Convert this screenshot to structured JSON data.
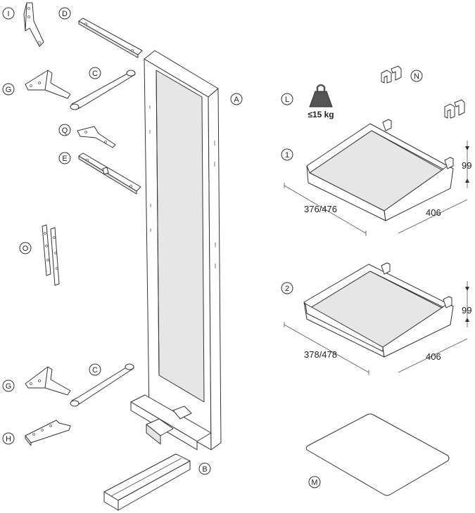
{
  "labels": {
    "I": "I",
    "D": "D",
    "G1": "G",
    "C1": "C",
    "Q": "Q",
    "E": "E",
    "O": "O",
    "G2": "G",
    "C2": "C",
    "H": "H",
    "A": "A",
    "B": "B",
    "L": "L",
    "N": "N",
    "one": "1",
    "two": "2",
    "M": "M"
  },
  "weight": {
    "limit": "≤15 kg",
    "icon": "weight-icon"
  },
  "tray1": {
    "width": "376/476",
    "depth": "406",
    "height": "99"
  },
  "tray2": {
    "width": "378/478",
    "depth": "406",
    "height": "99"
  },
  "colors": {
    "stroke": "#333333",
    "fill": "#ffffff",
    "shade": "#e6e6e6",
    "weight_fill": "#555555"
  }
}
